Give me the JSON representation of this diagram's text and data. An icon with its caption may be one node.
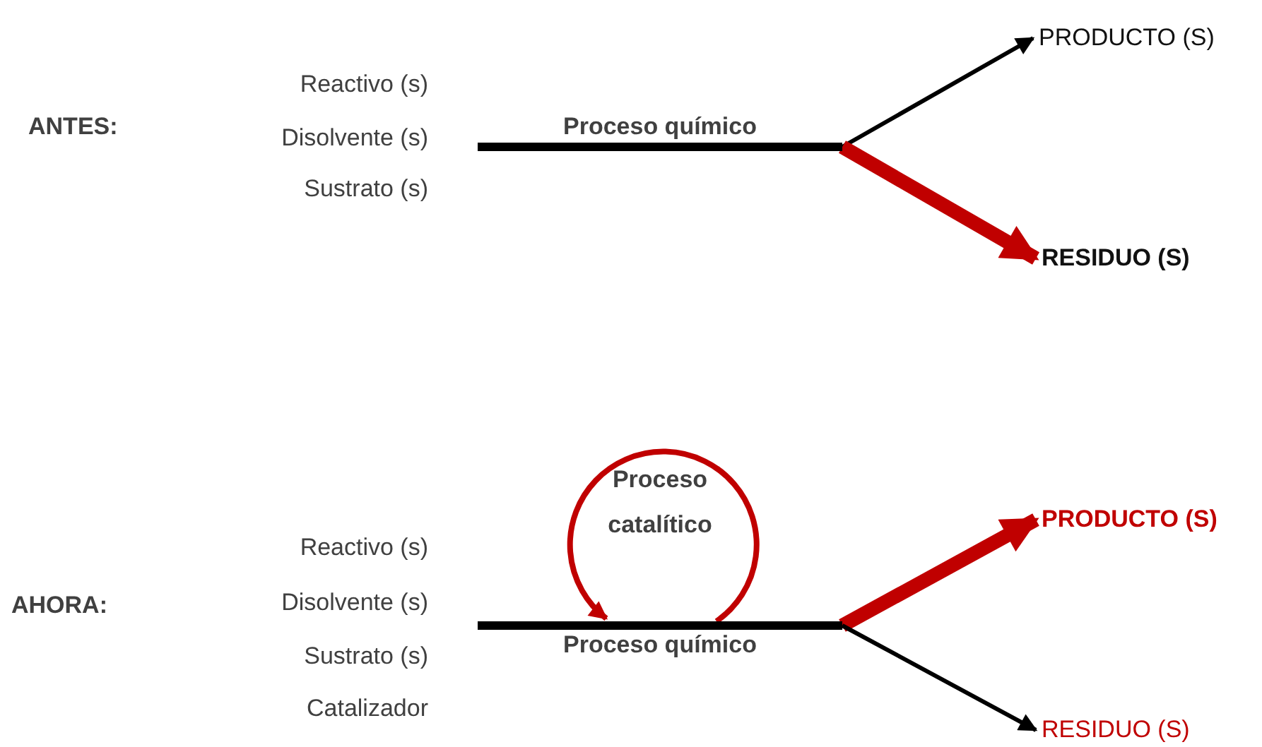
{
  "diagram": {
    "nodes": [
      {
        "text": [
          "Proceso químico"
        ]
      },
      {
        "text": [
          "PRODUCTO (S)"
        ]
      },
      {
        "text": [
          "RESIDUO (S)"
        ]
      },
      {
        "text": [
          "Proceso químico"
        ]
      },
      {
        "text": [
          "PRODUCTO (S)"
        ]
      },
      {
        "text": [
          "RESIDUO (S)"
        ]
      }
    ],
    "edges": [
      {
        "from": 0,
        "to": 1,
        "arrow": "to",
        "color": "#000000"
      },
      {
        "from": 0,
        "to": 2,
        "arrow": "to",
        "style": "thick",
        "color": "#c00000"
      },
      {
        "from": 3,
        "to": 4,
        "arrow": "to",
        "style": "thick",
        "color": "#c00000"
      },
      {
        "from": 3,
        "to": 5,
        "arrow": "to",
        "color": "#000000"
      },
      {
        "from": 3,
        "to": 3,
        "arrow": "to",
        "label": "Proceso catalítico",
        "color": "#c00000"
      }
    ],
    "labels": [
      "ANTES:",
      "Reactivo (s)",
      "Disolvente (s)",
      "Sustrato (s)",
      "AHORA:",
      "Reactivo (s)",
      "Disolvente (s)",
      "Sustrato (s)",
      "Catalizador"
    ]
  }
}
